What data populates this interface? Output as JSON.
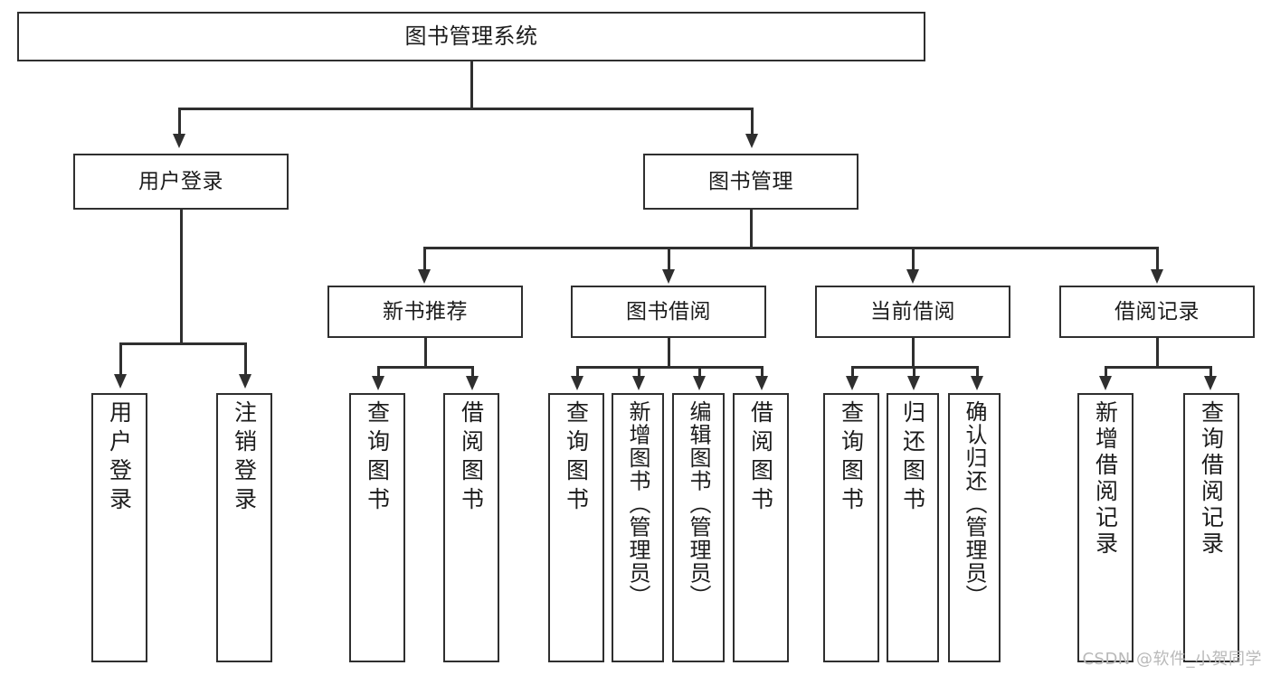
{
  "diagram": {
    "type": "tree",
    "title": "图书管理系统",
    "root": {
      "label": "图书管理系统"
    },
    "level2": [
      {
        "label": "用户登录"
      },
      {
        "label": "图书管理"
      }
    ],
    "level3": [
      {
        "label": "新书推荐"
      },
      {
        "label": "图书借阅"
      },
      {
        "label": "当前借阅"
      },
      {
        "label": "借阅记录"
      }
    ],
    "leaves": {
      "user_login": [
        {
          "label": "用户登录"
        },
        {
          "label": "注销登录"
        }
      ],
      "new_book": [
        {
          "label": "查询图书"
        },
        {
          "label": "借阅图书"
        }
      ],
      "borrow_book": [
        {
          "label": "查询图书"
        },
        {
          "label": "新增图书（管理员）"
        },
        {
          "label": "编辑图书（管理员）"
        },
        {
          "label": "借阅图书"
        }
      ],
      "current_borrow": [
        {
          "label": "查询图书"
        },
        {
          "label": "归还图书"
        },
        {
          "label": "确认归还（管理员）"
        }
      ],
      "borrow_record": [
        {
          "label": "新增借阅记录"
        },
        {
          "label": "查询借阅记录"
        }
      ]
    }
  },
  "watermark": {
    "text": "CSDN @软件_小贺同学"
  },
  "colors": {
    "stroke": "#2f2f2f",
    "background": "#ffffff",
    "text": "#1c1c1c",
    "watermark": "#b9b9b9"
  }
}
